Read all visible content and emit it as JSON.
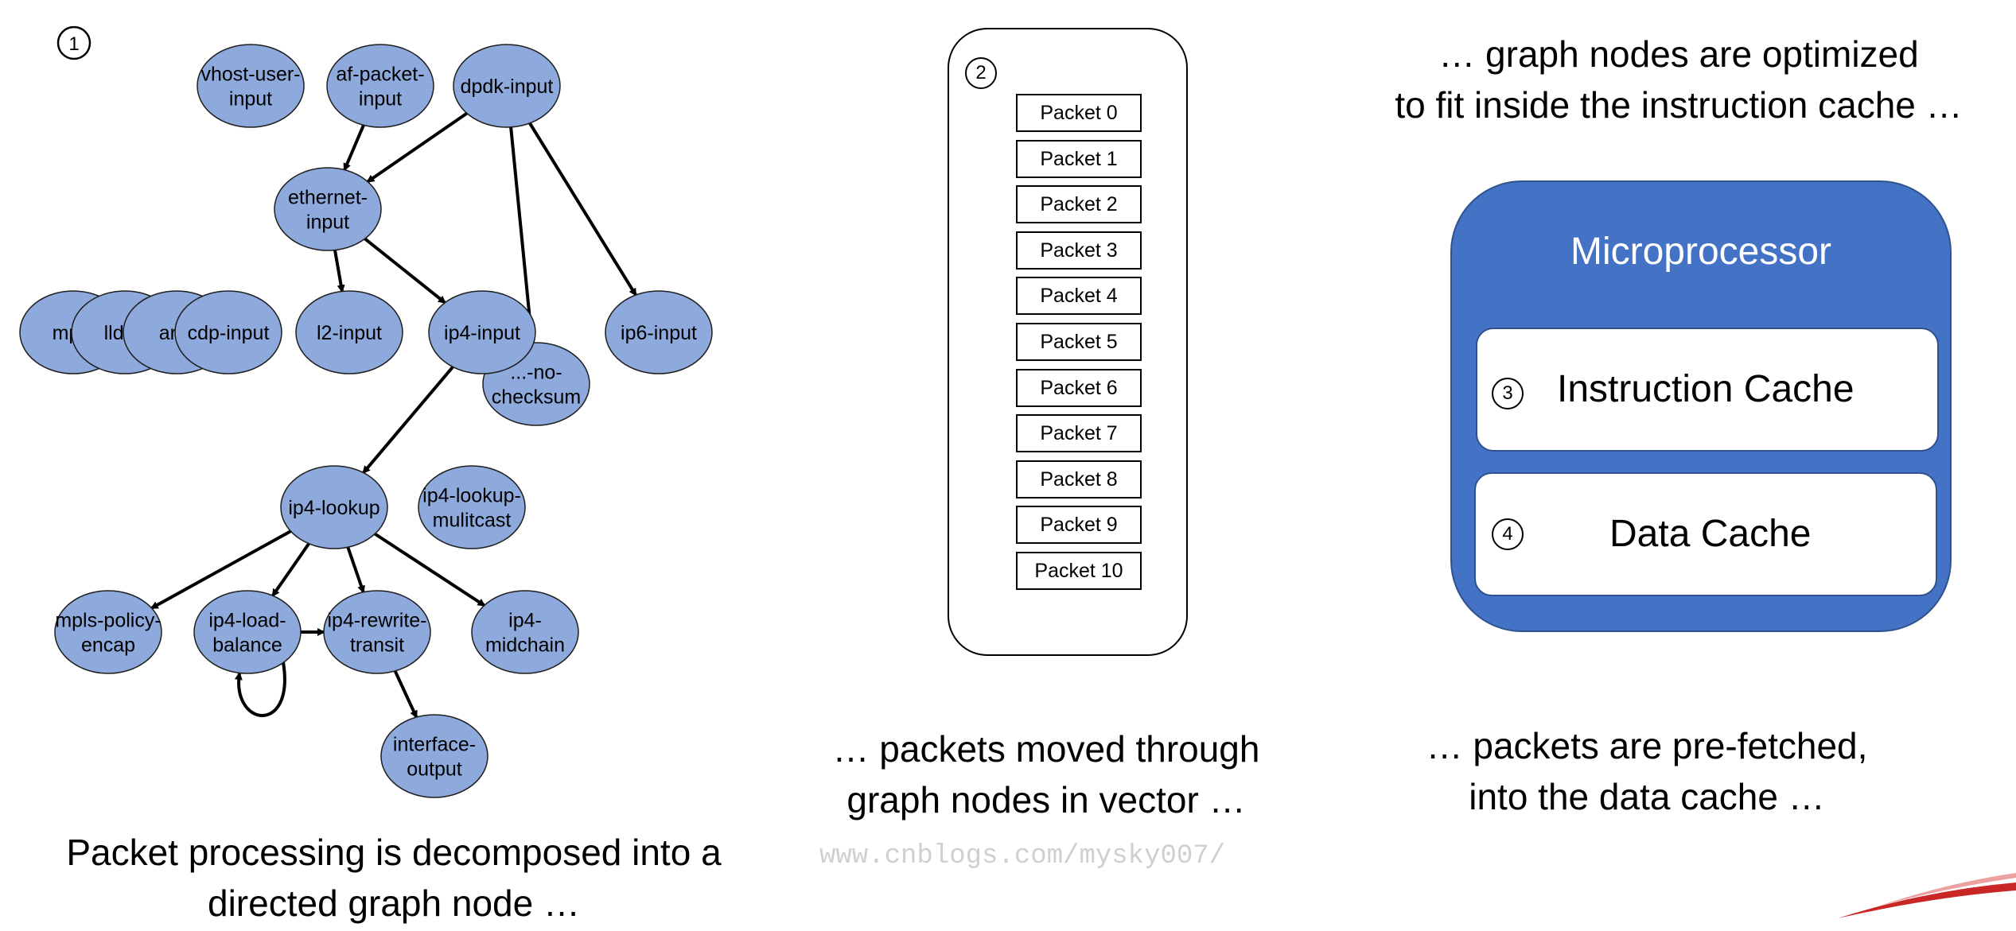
{
  "badges": {
    "graph": "1",
    "vector": "2",
    "icache": "3",
    "dcache": "4"
  },
  "graph": {
    "nodes": [
      {
        "id": "vhost-user-input",
        "lines": [
          "vhost-user-",
          "input"
        ]
      },
      {
        "id": "af-packet-input",
        "lines": [
          "af-packet-",
          "input"
        ]
      },
      {
        "id": "dpdk-input",
        "lines": [
          "dpdk-input"
        ]
      },
      {
        "id": "ethernet-input",
        "lines": [
          "ethernet-",
          "input"
        ]
      },
      {
        "id": "mpls-input",
        "lines": [
          "mpls"
        ]
      },
      {
        "id": "lldp-input",
        "lines": [
          "lldp-i"
        ]
      },
      {
        "id": "arp-input",
        "lines": [
          "arp-"
        ]
      },
      {
        "id": "cdp-input",
        "lines": [
          "cdp-input"
        ]
      },
      {
        "id": "l2-input",
        "lines": [
          "l2-input"
        ]
      },
      {
        "id": "no-checksum",
        "lines": [
          "...-no-",
          "checksum"
        ]
      },
      {
        "id": "ip4-input",
        "lines": [
          "ip4-input"
        ]
      },
      {
        "id": "ip6-input",
        "lines": [
          "ip6-input"
        ]
      },
      {
        "id": "ip4-lookup",
        "lines": [
          "ip4-lookup"
        ]
      },
      {
        "id": "ip4-lookup-mulitcast",
        "lines": [
          "ip4-lookup-",
          "mulitcast"
        ]
      },
      {
        "id": "mpls-policy-encap",
        "lines": [
          "mpls-policy-",
          "encap"
        ]
      },
      {
        "id": "ip4-load-balance",
        "lines": [
          "ip4-load-",
          "balance"
        ]
      },
      {
        "id": "ip4-rewrite-transit",
        "lines": [
          "ip4-rewrite-",
          "transit"
        ]
      },
      {
        "id": "ip4-midchain",
        "lines": [
          "ip4-",
          "midchain"
        ]
      },
      {
        "id": "interface-output",
        "lines": [
          "interface-",
          "output"
        ]
      }
    ],
    "edges": [
      [
        "af-packet-input",
        "ethernet-input"
      ],
      [
        "dpdk-input",
        "ethernet-input"
      ],
      [
        "dpdk-input",
        "no-checksum"
      ],
      [
        "dpdk-input",
        "ip6-input"
      ],
      [
        "ethernet-input",
        "l2-input"
      ],
      [
        "ethernet-input",
        "ip4-input"
      ],
      [
        "ip4-input",
        "ip4-lookup"
      ],
      [
        "ip4-lookup",
        "mpls-policy-encap"
      ],
      [
        "ip4-lookup",
        "ip4-load-balance"
      ],
      [
        "ip4-lookup",
        "ip4-rewrite-transit"
      ],
      [
        "ip4-lookup",
        "ip4-midchain"
      ],
      [
        "ip4-load-balance",
        "ip4-rewrite-transit"
      ],
      [
        "ip4-load-balance",
        "ip4-load-balance"
      ],
      [
        "ip4-rewrite-transit",
        "interface-output"
      ]
    ],
    "caption_line1": "Packet processing is decomposed into a",
    "caption_line2": "directed graph node …"
  },
  "vector": {
    "packets": [
      "Packet 0",
      "Packet 1",
      "Packet 2",
      "Packet 3",
      "Packet 4",
      "Packet 5",
      "Packet 6",
      "Packet 7",
      "Packet 8",
      "Packet 9",
      "Packet 10"
    ],
    "caption_line1": "… packets moved through",
    "caption_line2": "graph nodes in vector …"
  },
  "cpu": {
    "top_caption_line1": "… graph nodes are optimized",
    "top_caption_line2": "to fit inside the instruction cache …",
    "title": "Microprocessor",
    "instruction_cache": "Instruction Cache",
    "data_cache": "Data Cache",
    "bottom_caption_line1": "… packets are pre-fetched,",
    "bottom_caption_line2": "into the data cache …"
  },
  "watermark": "www.cnblogs.com/mysky007/",
  "colors": {
    "node_fill": "#8ea9db",
    "cpu_fill": "#4472c4",
    "cache_fill": "#ffffff"
  }
}
